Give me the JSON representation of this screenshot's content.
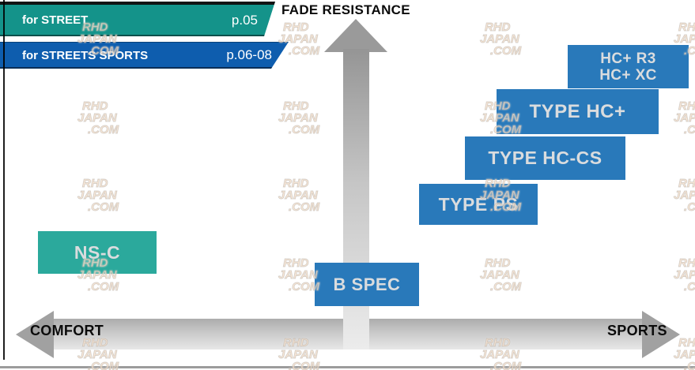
{
  "legend_banners": [
    {
      "label": "for STREET",
      "page": "p.05"
    },
    {
      "label": "for STREETS SPORTS",
      "page": "p.06-08"
    }
  ],
  "axis": {
    "vertical": "FADE RESISTANCE",
    "horizontal_left": "COMFORT",
    "horizontal_right": "SPORTS"
  },
  "products": [
    {
      "lines": [
        "NS-C"
      ]
    },
    {
      "lines": [
        "B SPEC"
      ]
    },
    {
      "lines": [
        "TYPE PS"
      ]
    },
    {
      "lines": [
        "TYPE HC-CS"
      ]
    },
    {
      "lines": [
        "TYPE HC+"
      ]
    },
    {
      "lines": [
        "HC+ R3",
        "HC+ XC"
      ]
    }
  ],
  "watermark": {
    "lines": [
      "RHD",
      "JAPAN",
      ".COM"
    ]
  },
  "colors": {
    "street_teal": "#14938a",
    "street_sports_blue": "#0e5dae",
    "product_blue": "#2979ba",
    "product_teal": "#2ba99c",
    "arrow_gray": "#a1a1a1",
    "box_text": "#dadcde",
    "watermark_fill": "#f8e3cf"
  },
  "chart_data": {
    "type": "scatter",
    "title": "",
    "xlabel": "COMFORT → SPORTS",
    "ylabel": "FADE RESISTANCE",
    "xlim": [
      0,
      1
    ],
    "ylim": [
      0,
      1
    ],
    "grid": false,
    "legend_position": "top-left",
    "series": [
      {
        "name": "for STREET",
        "color": "#2ba99c",
        "points": [
          {
            "label": "NS-C",
            "x": 0.12,
            "y": 0.29
          }
        ]
      },
      {
        "name": "for STREETS SPORTS",
        "color": "#2979ba",
        "points": [
          {
            "label": "B SPEC",
            "x": 0.53,
            "y": 0.2
          },
          {
            "label": "TYPE PS",
            "x": 0.69,
            "y": 0.44
          },
          {
            "label": "TYPE HC-CS",
            "x": 0.8,
            "y": 0.58
          },
          {
            "label": "TYPE HC+",
            "x": 0.85,
            "y": 0.72
          },
          {
            "label": "HC+ R3 / HC+ XC",
            "x": 0.92,
            "y": 0.86
          }
        ]
      }
    ]
  }
}
